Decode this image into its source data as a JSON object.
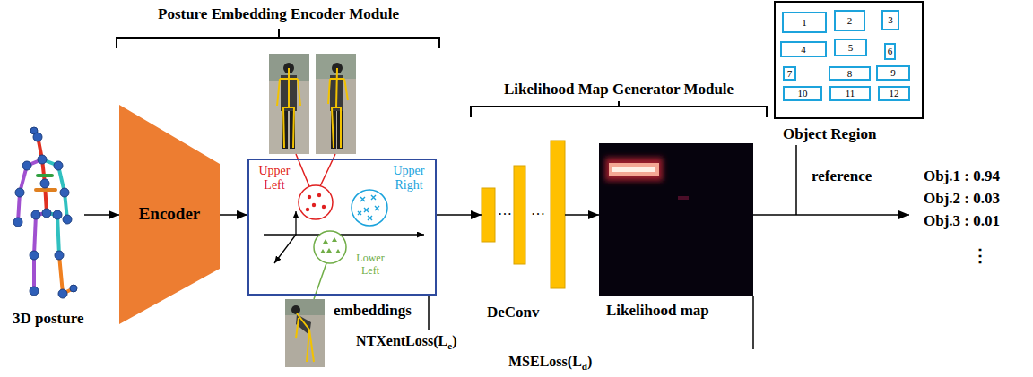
{
  "diagram": {
    "nodes": [
      {
        "text": [
          "3D posture"
        ]
      },
      {
        "text": [
          "Encoder"
        ]
      },
      {
        "text": [
          "Upper Left",
          "Upper Right",
          "Lower Left",
          "embeddings"
        ]
      },
      {
        "text": [
          "DeConv"
        ]
      },
      {
        "text": [
          "Likelihood map"
        ]
      },
      {
        "text": [
          "Object Region"
        ]
      },
      {
        "text": [
          "1"
        ],
        "in": 5
      },
      {
        "text": [
          "2"
        ],
        "in": 5
      },
      {
        "text": [
          "3"
        ],
        "in": 5
      },
      {
        "text": [
          "4"
        ],
        "in": 5
      },
      {
        "text": [
          "5"
        ],
        "in": 5
      },
      {
        "text": [
          "6"
        ],
        "in": 5
      },
      {
        "text": [
          "7"
        ],
        "in": 5
      },
      {
        "text": [
          "8"
        ],
        "in": 5
      },
      {
        "text": [
          "9"
        ],
        "in": 5
      },
      {
        "text": [
          "10"
        ],
        "in": 5
      },
      {
        "text": [
          "11"
        ],
        "in": 5
      },
      {
        "text": [
          "12"
        ],
        "in": 5
      }
    ],
    "edges": [
      {
        "from": 0,
        "to": 1,
        "arrow": "to"
      },
      {
        "from": 1,
        "to": 2,
        "arrow": "to"
      },
      {
        "from": 2,
        "to": 3,
        "arrow": "to"
      },
      {
        "from": 3,
        "to": 4,
        "arrow": "to"
      }
    ],
    "labels": [
      "Posture Embedding Encoder Module",
      "Likelihood Map Generator Module",
      "…",
      "…",
      "NTXentLoss(L",
      "e",
      ")",
      "MSELoss(L",
      "d",
      ")",
      "reference",
      "Obj.1 : 0.94",
      "Obj.2 : 0.03",
      "Obj.3 : 0.01",
      "⋮"
    ]
  }
}
